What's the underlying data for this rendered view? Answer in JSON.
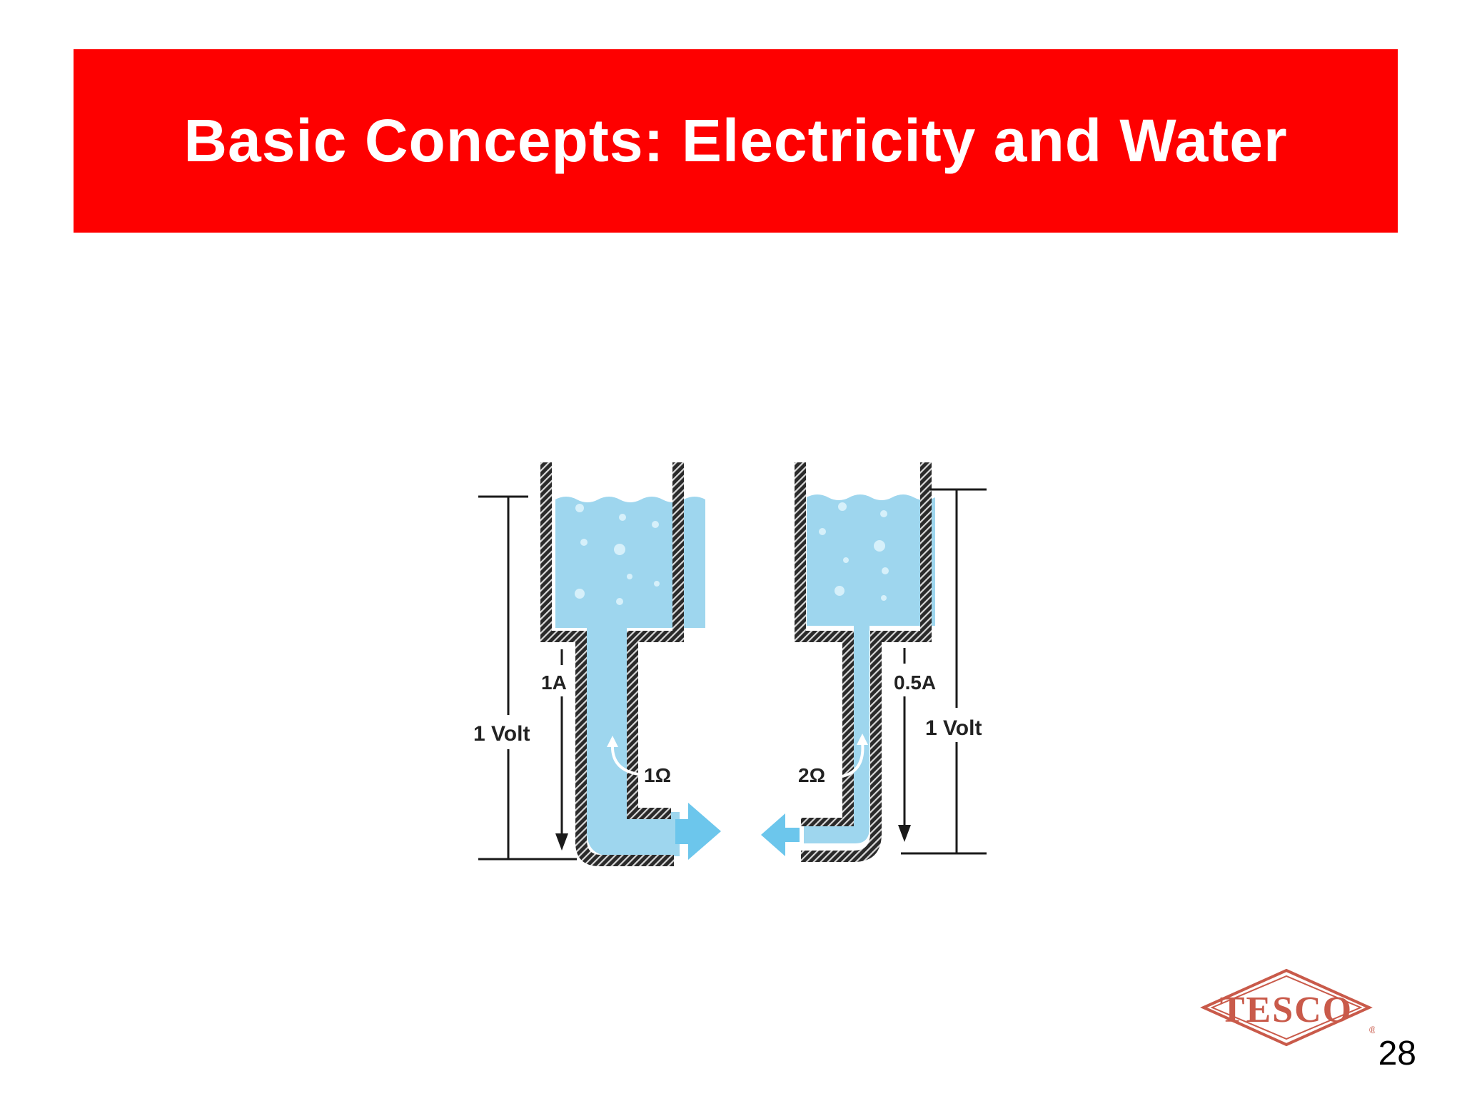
{
  "slide": {
    "title": "Basic Concepts: Electricity and Water",
    "page_number": "28"
  },
  "diagram": {
    "left": {
      "current_label": "1A",
      "voltage_label": "1 Volt",
      "resistance_label": "1Ω"
    },
    "right": {
      "current_label": "0.5A",
      "voltage_label": "1 Volt",
      "resistance_label": "2Ω"
    }
  },
  "logo": {
    "text": "TESCO",
    "registered": "®"
  },
  "colors": {
    "title_bar": "#fe0000",
    "water": "#9ed6ee",
    "arrow": "#6cc6ec",
    "wall": "#2a2a2a"
  }
}
